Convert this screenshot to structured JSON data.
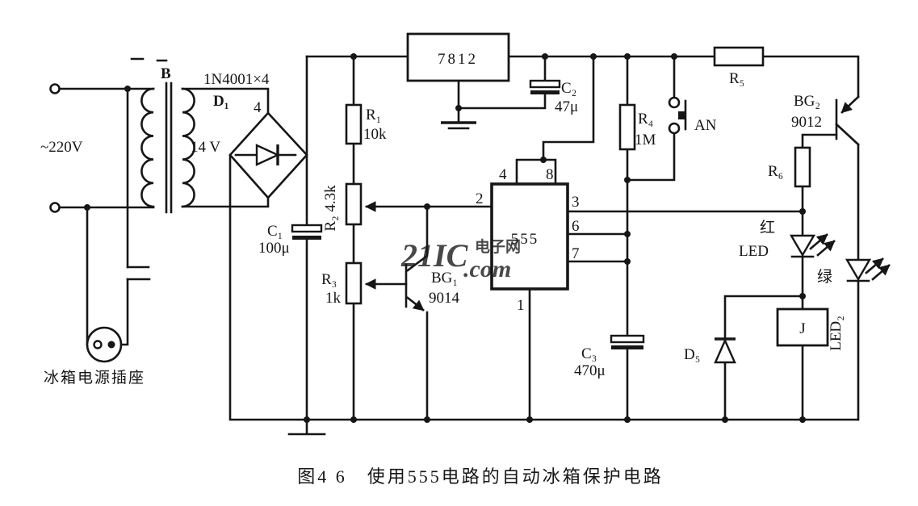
{
  "colors": {
    "ink": "#161616",
    "paper": "#ffffff"
  },
  "power": {
    "ac_label": "~220V",
    "transformer_label": "B",
    "secondary_label": "14 V",
    "socket_label": "冰箱电源插座"
  },
  "components": {
    "bridge": {
      "name": "D₁",
      "part": "1N4001×4",
      "count": "4"
    },
    "regulator": {
      "part": "7812"
    },
    "timer": {
      "part": "555"
    },
    "r1": {
      "name": "R₁",
      "value": "10k"
    },
    "r2": {
      "label": "R₂ 4.3k"
    },
    "r3": {
      "name": "R₃",
      "value": "1k"
    },
    "r4": {
      "name": "R₄",
      "value": "1M"
    },
    "r5": {
      "name": "R₅"
    },
    "r6": {
      "name": "R₆"
    },
    "c1": {
      "name": "C₁",
      "value": "100μ"
    },
    "c2": {
      "name": "C₂",
      "value": "47μ"
    },
    "c3": {
      "name": "C₃",
      "value": "470μ"
    },
    "bg1": {
      "name": "BG₁",
      "value": "9014"
    },
    "bg2": {
      "name": "BG₂",
      "value": "9012"
    },
    "d5": {
      "name": "D₅"
    },
    "led_red": {
      "color_label": "红",
      "name": "LED"
    },
    "led_green": {
      "color_label": "绿",
      "name": "LED₂"
    },
    "relay": {
      "name": "J"
    },
    "button": {
      "name": "AN"
    }
  },
  "timer_pins": {
    "p1": "1",
    "p2": "2",
    "p3": "3",
    "p4": "4",
    "p6": "6",
    "p7": "7",
    "p8": "8"
  },
  "watermark": {
    "brand": "21IC",
    "site": "电子网",
    "tld": ".com",
    "brand_color": "#e25450",
    "site_color": "#5b7fd0"
  },
  "caption": "图4 6　使用555电路的自动冰箱保护电路"
}
